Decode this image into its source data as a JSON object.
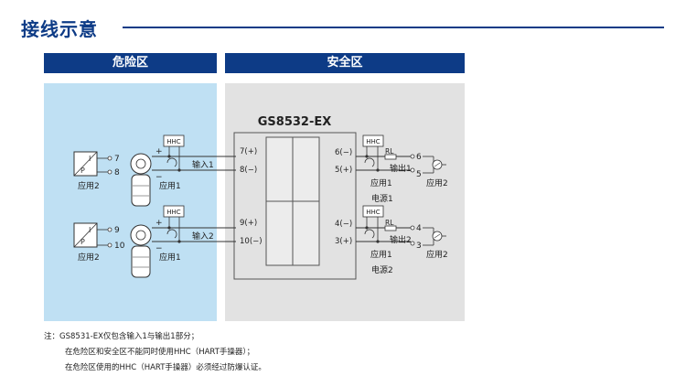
{
  "title": "接线示意",
  "zones": {
    "hazardous": "危险区",
    "safe": "安全区"
  },
  "model": "GS8532-EX",
  "hhc": "HHC",
  "rl": "RL",
  "plus": "+",
  "minus": "−",
  "channels": [
    {
      "field_terminals": [
        "7",
        "8"
      ],
      "iso_inputs": [
        "7(+)",
        "8(−)"
      ],
      "input_label": "输入1",
      "app_left": "应用2",
      "app_transmitter": "应用1",
      "iso_outputs": [
        "6(−)",
        "5(+)"
      ],
      "output_label": "输出1",
      "app_output": "应用1",
      "out_terminals": [
        "6",
        "5"
      ],
      "app_right": "应用2",
      "power_label": "电源1"
    },
    {
      "field_terminals": [
        "9",
        "10"
      ],
      "iso_inputs": [
        "9(+)",
        "10(−)"
      ],
      "input_label": "输入2",
      "app_left": "应用2",
      "app_transmitter": "应用1",
      "iso_outputs": [
        "4(−)",
        "3(+)"
      ],
      "output_label": "输出2",
      "app_output": "应用1",
      "out_terminals": [
        "4",
        "3"
      ],
      "app_right": "应用2",
      "power_label": "电源2"
    }
  ],
  "notes": {
    "prefix": "注：",
    "line1": "GS8531-EX仅包含输入1与输出1部分；",
    "line2": "在危险区和安全区不能同时使用HHC（HART手操器）；",
    "line3": "在危险区使用的HHC（HART手操器）必须经过防爆认证。"
  }
}
